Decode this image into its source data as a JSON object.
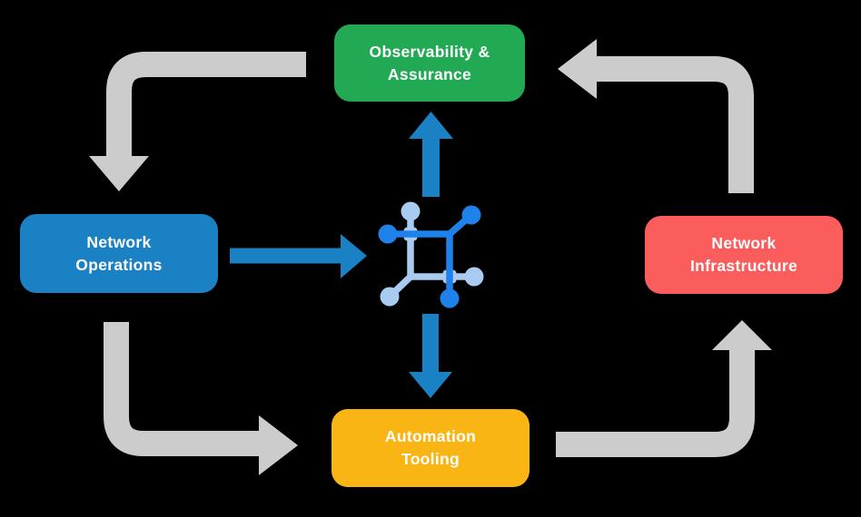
{
  "diagram": {
    "background": "#000000",
    "nodes": {
      "observability": {
        "line1": "Observability &",
        "line2": "Assurance",
        "color": "#22a953"
      },
      "operations": {
        "line1": "Network",
        "line2": "Operations",
        "color": "#1b81c5"
      },
      "infrastructure": {
        "line1": "Network",
        "line2": "Infrastructure",
        "color": "#fb5d5d"
      },
      "automation": {
        "line1": "Automation",
        "line2": "Tooling",
        "color": "#f9b513"
      }
    },
    "colors": {
      "arrow_gray": "#cccccc",
      "arrow_blue": "#1b81c5",
      "icon_dark_blue": "#1f81ea",
      "icon_light_blue": "#a9cbf2",
      "text": "#ffffff"
    },
    "center_icon": "network-mesh-icon",
    "edges": [
      {
        "from": "Observability & Assurance",
        "to": "Network Operations",
        "style": "gray-elbow"
      },
      {
        "from": "Network Operations",
        "to": "Automation Tooling",
        "style": "gray-elbow"
      },
      {
        "from": "Automation Tooling",
        "to": "Network Infrastructure",
        "style": "gray-elbow"
      },
      {
        "from": "Network Infrastructure",
        "to": "Observability & Assurance",
        "style": "gray-elbow"
      },
      {
        "from": "Network Operations",
        "to": "center-icon",
        "style": "blue-straight"
      },
      {
        "from": "center-icon",
        "to": "Observability & Assurance",
        "style": "blue-straight"
      },
      {
        "from": "center-icon",
        "to": "Automation Tooling",
        "style": "blue-straight"
      }
    ]
  }
}
